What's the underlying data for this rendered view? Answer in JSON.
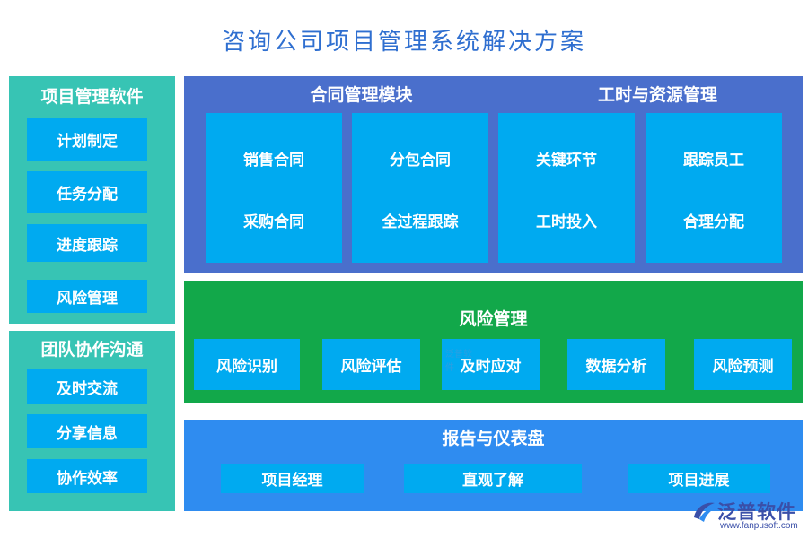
{
  "title": "咨询公司项目管理系统解决方案",
  "project_software": {
    "title": "项目管理软件",
    "items": [
      "计划制定",
      "任务分配",
      "进度跟踪",
      "风险管理"
    ]
  },
  "team": {
    "title": "团队协作沟通",
    "items": [
      "及时交流",
      "分享信息",
      "协作效率"
    ]
  },
  "contract": {
    "title": "合同管理模块",
    "columns": [
      [
        "销售合同",
        "采购合同"
      ],
      [
        "分包合同",
        "全过程跟踪"
      ]
    ]
  },
  "work_resource": {
    "title": "工时与资源管理",
    "columns": [
      [
        "关键环节",
        "工时投入"
      ],
      [
        "跟踪员工",
        "合理分配"
      ]
    ]
  },
  "risk": {
    "title": "风险管理",
    "items": [
      "风险识别",
      "风险评估",
      "及时应对",
      "数据分析",
      "风险预测"
    ]
  },
  "report": {
    "title": "报告与仪表盘",
    "items": [
      "项目经理",
      "直观了解",
      "项目进展"
    ]
  },
  "watermark": "泛普软件",
  "logo": {
    "name": "泛普软件",
    "url": "www.fanpusoft.com"
  },
  "colors": {
    "title": "#2f6fd0",
    "teal": "#37c4b4",
    "indigo": "#4a6fcc",
    "green": "#12a84a",
    "blue": "#2f8cf0",
    "box": "#00aaf0"
  }
}
